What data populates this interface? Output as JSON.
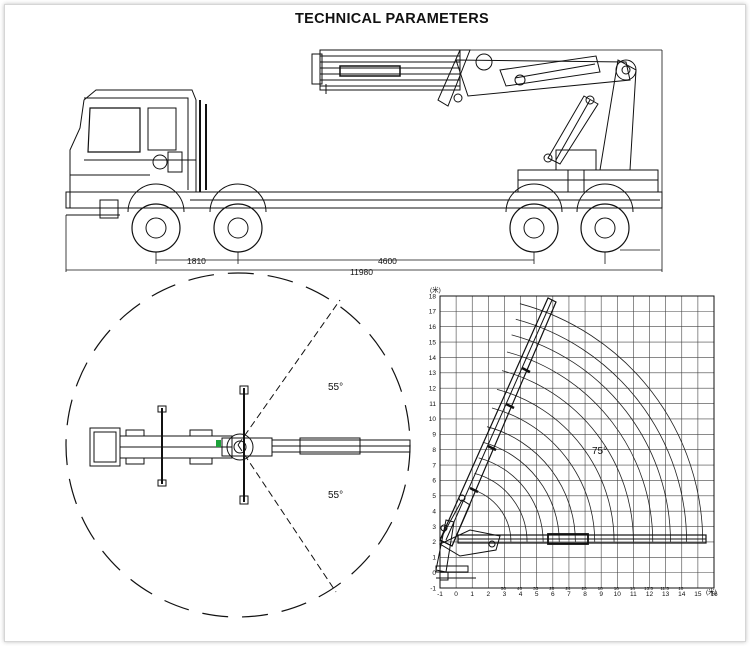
{
  "page": {
    "title": "TECHNICAL PARAMETERS"
  },
  "side_view": {
    "dimensions": {
      "front_axle_spacing": "1810",
      "wheelbase": "4600",
      "overall_length": "11980"
    }
  },
  "top_view": {
    "slew_angle_upper": "55°",
    "slew_angle_lower": "55°"
  },
  "load_chart": {
    "y_unit": "(米)",
    "x_unit": "(米)",
    "y_ticks": [
      "-1",
      "0",
      "1",
      "2",
      "3",
      "4",
      "5",
      "6",
      "7",
      "8",
      "9",
      "10",
      "11",
      "12",
      "13",
      "14",
      "15",
      "16",
      "17",
      "18"
    ],
    "x_ticks": [
      "-1",
      "0",
      "1",
      "2",
      "3",
      "4",
      "5",
      "6",
      "7",
      "8",
      "9",
      "10",
      "11",
      "12",
      "13",
      "14",
      "15",
      "16"
    ],
    "capacity_labels": [
      "50",
      "40",
      "33",
      "28",
      "24",
      "20",
      "18",
      "16",
      "14",
      "13.5",
      "11.5",
      "10"
    ],
    "boom_angle": "75°"
  }
}
